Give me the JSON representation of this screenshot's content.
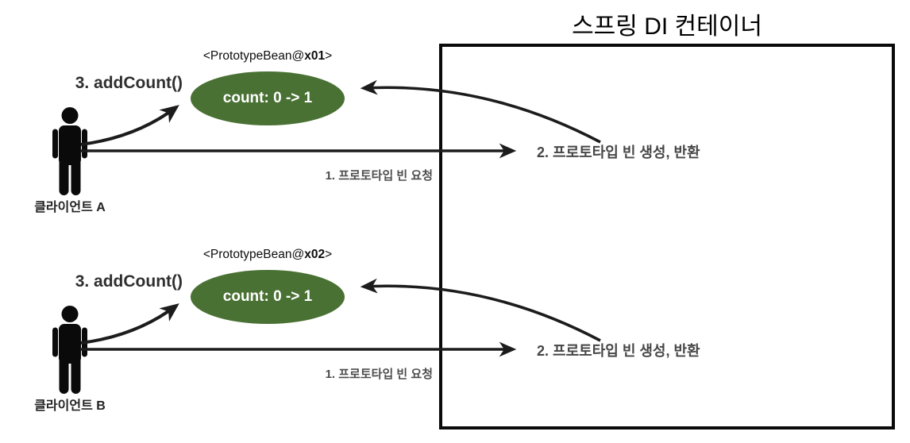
{
  "diagram": {
    "title": "스프링 DI 컨테이너"
  },
  "colors": {
    "bean_fill": "#4a7134",
    "bean_text": "#ffffff",
    "stroke": "#1c1c1c",
    "label_gray": "#4d4d4d"
  },
  "flows": [
    {
      "client_label": "클라이언트 A",
      "bean": {
        "name_prefix": "<PrototypeBean@",
        "name_id": "x01",
        "name_suffix": ">",
        "value": "count: 0 -> 1"
      },
      "steps": {
        "step1": "1. 프로토타입 빈 요청",
        "step2": "2. 프로토타입 빈 생성, 반환",
        "step3": "3. addCount()"
      }
    },
    {
      "client_label": "클라이언트 B",
      "bean": {
        "name_prefix": "<PrototypeBean@",
        "name_id": "x02",
        "name_suffix": ">",
        "value": "count: 0 -> 1"
      },
      "steps": {
        "step1": "1. 프로토타입 빈 요청",
        "step2": "2. 프로토타입 빈 생성, 반환",
        "step3": "3. addCount()"
      }
    }
  ]
}
